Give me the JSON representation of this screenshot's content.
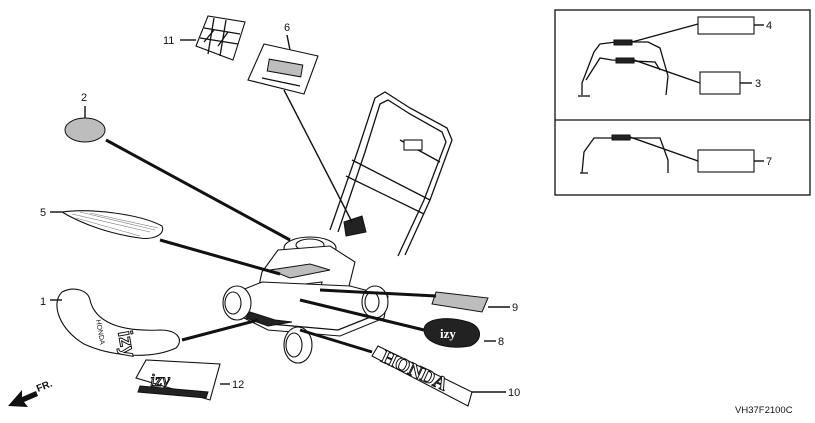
{
  "diagram": {
    "callouts": [
      "1",
      "2",
      "3",
      "4",
      "5",
      "6",
      "7",
      "8",
      "9",
      "10",
      "11",
      "12"
    ],
    "direction_label": "FR.",
    "drawing_code": "VH37F2100C",
    "decal_text": {
      "honda_main": "HONDA",
      "izy_logo": "izy",
      "izy_brand": "HONDA",
      "sticker_8": "izy",
      "sticker_12": "izy"
    }
  }
}
